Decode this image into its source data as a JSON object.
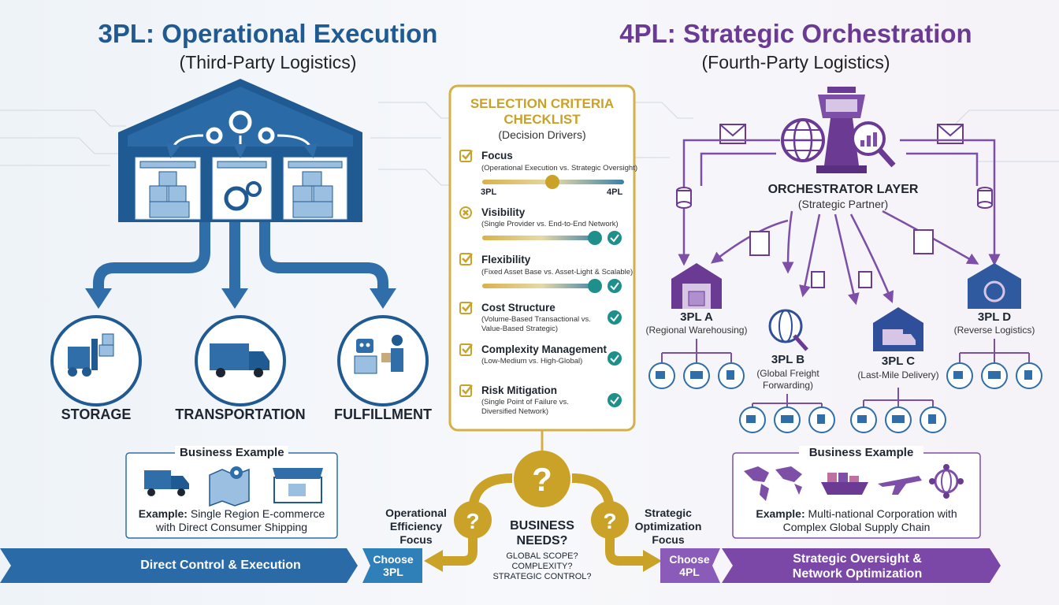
{
  "left": {
    "title": "3PL: Operational Execution",
    "subtitle": "(Third-Party Logistics)",
    "services": [
      "STORAGE",
      "TRANSPORTATION",
      "FULFILLMENT"
    ],
    "business_example": {
      "heading": "Business Example",
      "example_label": "Example:",
      "example_text_1": "Single Region E-commerce",
      "example_text_2": "with Direct Consumer Shipping"
    },
    "banner": "Direct Control & Execution",
    "choose": {
      "line1": "Choose",
      "line2": "3PL"
    },
    "focus": {
      "line1": "Operational",
      "line2": "Efficiency",
      "line3": "Focus"
    }
  },
  "right": {
    "title": "4PL: Strategic Orchestration",
    "subtitle": "(Fourth-Party Logistics)",
    "orchestrator": {
      "title": "ORCHESTRATOR LAYER",
      "subtitle": "(Strategic Partner)"
    },
    "providers": [
      {
        "name": "3PL A",
        "role": "(Regional Warehousing)"
      },
      {
        "name": "3PL B",
        "role_1": "(Global Freight",
        "role_2": "Forwarding)"
      },
      {
        "name": "3PL C",
        "role": "(Last-Mile Delivery)"
      },
      {
        "name": "3PL D",
        "role": "(Reverse Logistics)"
      }
    ],
    "business_example": {
      "heading": "Business Example",
      "example_label": "Example:",
      "example_text_1": "Multi-national Corporation with",
      "example_text_2": "Complex Global Supply Chain"
    },
    "banner": {
      "line1": "Strategic Oversight &",
      "line2": "Network Optimization"
    },
    "choose": {
      "line1": "Choose",
      "line2": "4PL"
    },
    "focus": {
      "line1": "Strategic",
      "line2": "Optimization",
      "line3": "Focus"
    }
  },
  "checklist": {
    "title_1": "SELECTION CRITERIA",
    "title_2": "CHECKLIST",
    "subtitle": "(Decision Drivers)",
    "slider_left": "3PL",
    "slider_right": "4PL",
    "criteria": [
      {
        "name": "Focus",
        "desc_1": "(Operational Execution vs. Strategic Oversight)",
        "desc_2": ""
      },
      {
        "name": "Visibility",
        "desc_1": "(Single Provider vs. End-to-End Network)",
        "desc_2": ""
      },
      {
        "name": "Flexibility",
        "desc_1": "(Fixed Asset Base vs. Asset-Light & Scalable)",
        "desc_2": ""
      },
      {
        "name": "Cost Structure",
        "desc_1": "(Volume-Based Transactional vs.",
        "desc_2": "Value-Based Strategic)"
      },
      {
        "name": "Complexity Management",
        "desc_1": "(Low-Medium vs. High-Global)",
        "desc_2": ""
      },
      {
        "name": "Risk Mitigation",
        "desc_1": "(Single Point of Failure vs.",
        "desc_2": "Diversified Network)"
      }
    ]
  },
  "decision": {
    "q_1": "BUSINESS",
    "q_2": "NEEDS?",
    "sub_1": "GLOBAL SCOPE?",
    "sub_2": "COMPLEXITY?",
    "sub_3": "STRATEGIC CONTROL?"
  },
  "colors": {
    "blue": "#1f5a92",
    "purple": "#6b3a93",
    "gold": "#c9a227",
    "teal": "#1f8f8c"
  },
  "icons": [
    "warehouse-icon",
    "gear-icon",
    "forklift-icon",
    "truck-icon",
    "robot-icon",
    "map-icon",
    "storefront-icon",
    "control-tower-icon",
    "globe-icon",
    "magnifier-icon",
    "envelope-icon",
    "database-icon",
    "document-icon",
    "ship-icon",
    "airplane-icon",
    "world-map-icon",
    "network-icon",
    "question-icon",
    "checkbox-icon"
  ]
}
